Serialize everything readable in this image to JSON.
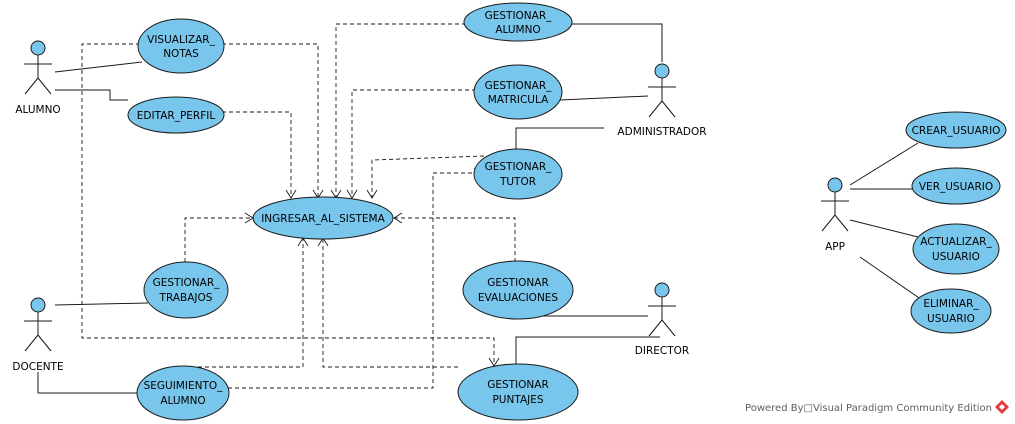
{
  "diagram": {
    "actors": {
      "alumno": "ALUMNO",
      "docente": "DOCENTE",
      "administrador": "ADMINISTRADOR",
      "director": "DIRECTOR",
      "app": "APP"
    },
    "use_cases": {
      "visualizar_notas": [
        "VISUALIZAR_",
        "NOTAS"
      ],
      "editar_perfil": [
        "EDITAR_PERFIL"
      ],
      "gestionar_alumno": [
        "GESTIONAR_",
        "ALUMNO"
      ],
      "gestionar_matricula": [
        "GESTIONAR_",
        "MATRICULA"
      ],
      "gestionar_tutor": [
        "GESTIONAR_",
        "TUTOR"
      ],
      "ingresar_al_sistema": [
        "INGRESAR_AL_SISTEMA"
      ],
      "gestionar_trabajos": [
        "GESTIONAR_",
        "TRABAJOS"
      ],
      "gestionar_evaluaciones": [
        "GESTIONAR",
        "EVALUACIONES"
      ],
      "seguimiento_alumno": [
        "SEGUIMIENTO_",
        "ALUMNO"
      ],
      "gestionar_puntajes": [
        "GESTIONAR",
        "PUNTAJES"
      ],
      "crear_usuario": [
        "CREAR_USUARIO"
      ],
      "ver_usuario": [
        "VER_USUARIO"
      ],
      "actualizar_usuario": [
        "ACTUALIZAR_",
        "USUARIO"
      ],
      "eliminar_usuario": [
        "ELIMINAR_",
        "USUARIO"
      ]
    },
    "footer": {
      "text": "Powered By□Visual Paradigm Community Edition"
    },
    "colors": {
      "use_case_fill": "#79c6ec",
      "stroke": "#1a1a1a",
      "logo_red": "#e03a3a"
    }
  }
}
